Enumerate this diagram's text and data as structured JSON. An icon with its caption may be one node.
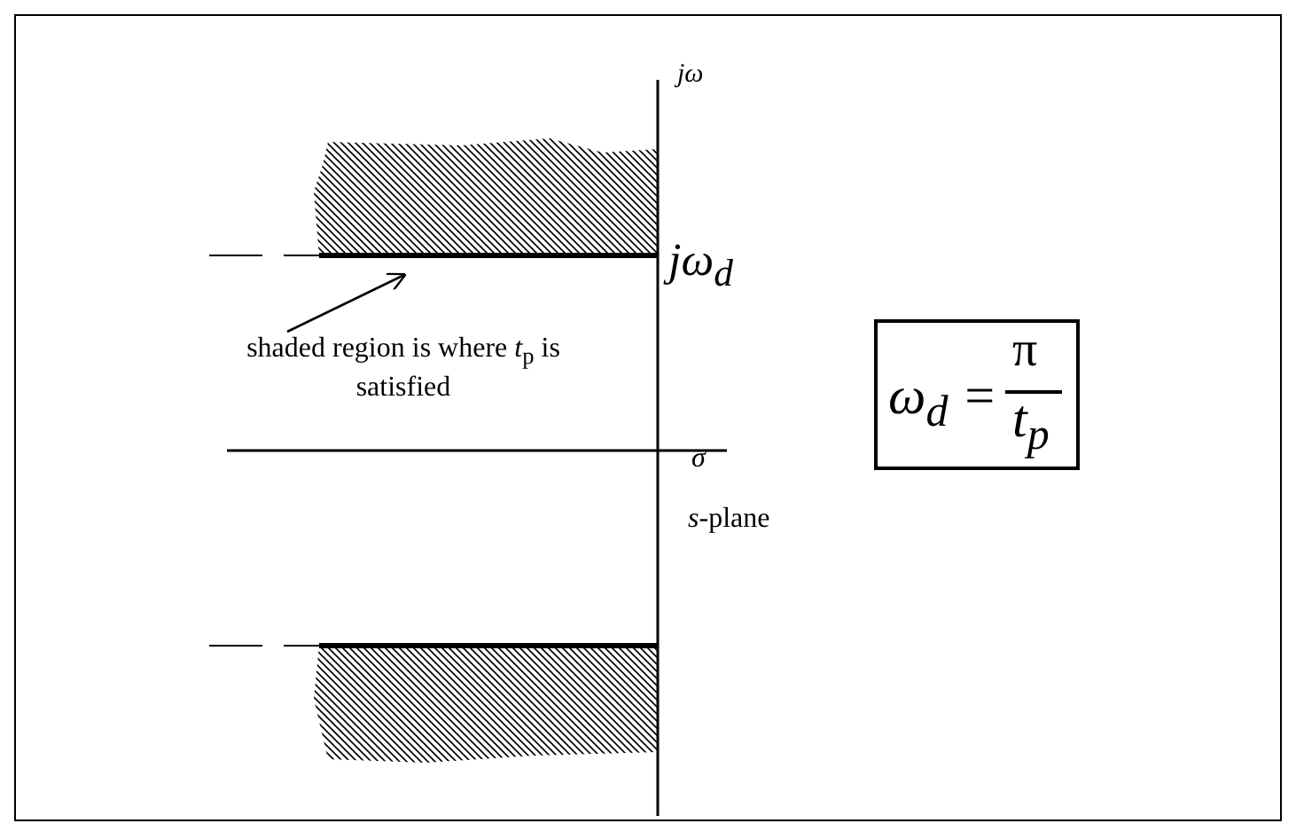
{
  "diagram": {
    "nodes": [
      {
        "text": [
          "shaded region is where *t*$_{p}$ is satisfied"
        ]
      },
      {
        "text": [],
        "shape": "box"
      },
      {
        "text": [],
        "shape": "box"
      },
      {
        "text": [
          "ω$_{d}$ =",
          "π",
          "t$_{p}$"
        ]
      }
    ],
    "edges": [
      {
        "from": 0,
        "to": 1,
        "arrow": "to"
      }
    ],
    "labels": [
      "jω",
      "jω$_{d}$",
      "σ",
      "*s*-plane"
    ]
  }
}
